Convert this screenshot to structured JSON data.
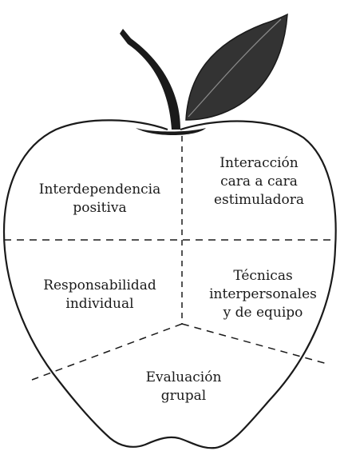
{
  "diagram": {
    "segments": [
      {
        "key": "top-left",
        "lines": [
          "Interdependencia",
          "positiva"
        ]
      },
      {
        "key": "top-right",
        "lines": [
          "Interacción",
          "cara a cara",
          "estimuladora"
        ]
      },
      {
        "key": "middle-left",
        "lines": [
          "Responsabilidad",
          "individual"
        ]
      },
      {
        "key": "middle-right",
        "lines": [
          "Técnicas",
          "interpersonales",
          "y de equipo"
        ]
      },
      {
        "key": "bottom",
        "lines": [
          "Evaluación",
          "grupal"
        ]
      }
    ],
    "colors": {
      "ink": "#1a1a1a",
      "leaf": "#333333",
      "background": "#ffffff"
    }
  }
}
